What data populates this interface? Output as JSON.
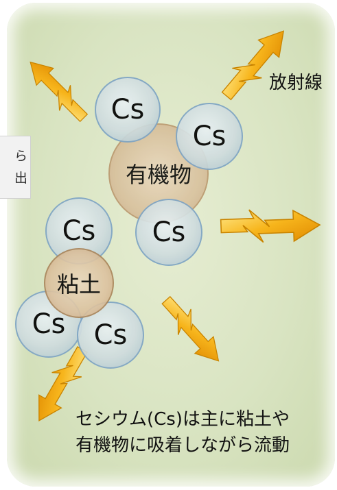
{
  "side_note": {
    "line1": "ら",
    "line2": "出"
  },
  "radiation_label": "放射線",
  "caption": {
    "line1": "セシウム(Cs)は主に粘土や",
    "line2": "有機物に吸着しながら流動"
  },
  "particles": {
    "cs_symbol": "Cs",
    "organic_label": "有機物",
    "clay_label": "粘土"
  },
  "colors": {
    "background": "#d9e4c2",
    "cs_border": "#7ea4c4",
    "organic_fill": "#d8c09c",
    "arrow_fill": "#f5b21c"
  },
  "icons": [
    "radiation-arrow-icon"
  ]
}
